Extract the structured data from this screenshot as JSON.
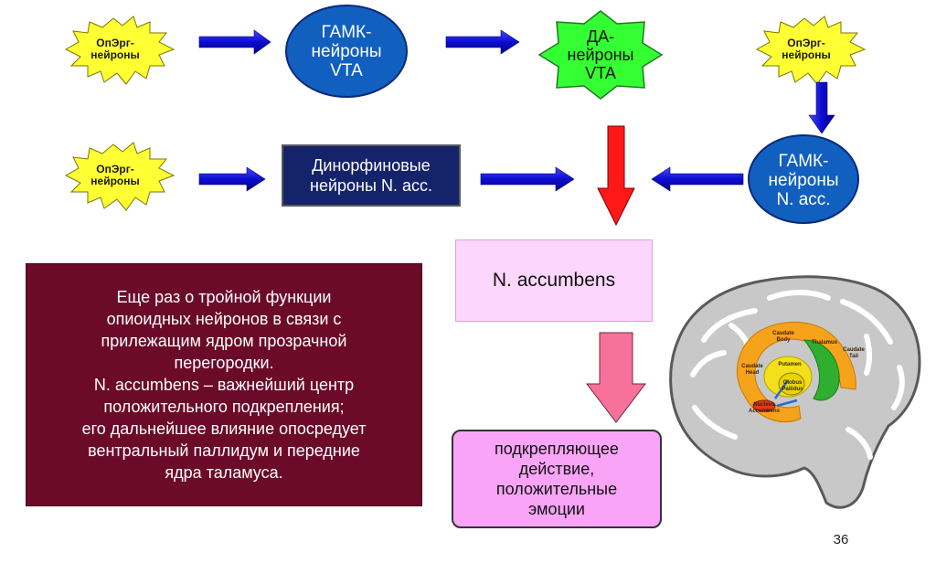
{
  "colors": {
    "burst_fill": "#ffff33",
    "ellipse_fill": "#1160c0",
    "star_fill": "#33ff33",
    "arrow_blue": "#1010d8",
    "arrow_red": "#ff1818",
    "arrow_pink": "#f8709c",
    "dynorphin_box": "#15236b",
    "nacc_box": "#fcd6fc",
    "info_box": "#6c0a2a",
    "result_box": "#f9a4f7"
  },
  "nodes": {
    "operg_top_left": [
      "ОпЭрг-",
      "нейроны"
    ],
    "operg_mid_left": [
      "ОпЭрг-",
      "нейроны"
    ],
    "operg_top_right": [
      "ОпЭрг-",
      "нейроны"
    ],
    "gaba_vta": [
      "ГАМК-",
      "нейроны",
      "VTA"
    ],
    "da_vta": [
      "ДА-",
      "нейроны",
      "VTA"
    ],
    "dynorphin": [
      "Динорфиновые",
      "нейроны N. acc."
    ],
    "gaba_nacc": [
      "ГАМК-",
      "нейроны",
      "N. acc."
    ],
    "nacc": "N. accumbens",
    "result": [
      "подкрепляющее",
      "действие,",
      "положительные",
      "эмоции"
    ]
  },
  "info_text": [
    "Еще раз о тройной функции",
    "опиоидных нейронов в связи с",
    "прилежащим ядром прозрачной",
    "перегородки.",
    "N. accumbens – важнейший центр",
    "положительного подкрепления;",
    "его дальнейшее влияние опосредует",
    "вентральный паллидум и передние",
    "ядра таламуса."
  ],
  "brain_labels": {
    "caudate_body": [
      "Caudate",
      "Body"
    ],
    "thalamus": "Thalamus",
    "caudate_tail": [
      "Caudate",
      "Tail"
    ],
    "caudate_head": [
      "Caudate",
      "Head"
    ],
    "putamen": "Putamen",
    "globus_pallidus": [
      "Globus",
      "Pallidus"
    ],
    "nucleus_accumbens": [
      "Nucleus",
      "Accumbens"
    ]
  },
  "page_number": "36"
}
